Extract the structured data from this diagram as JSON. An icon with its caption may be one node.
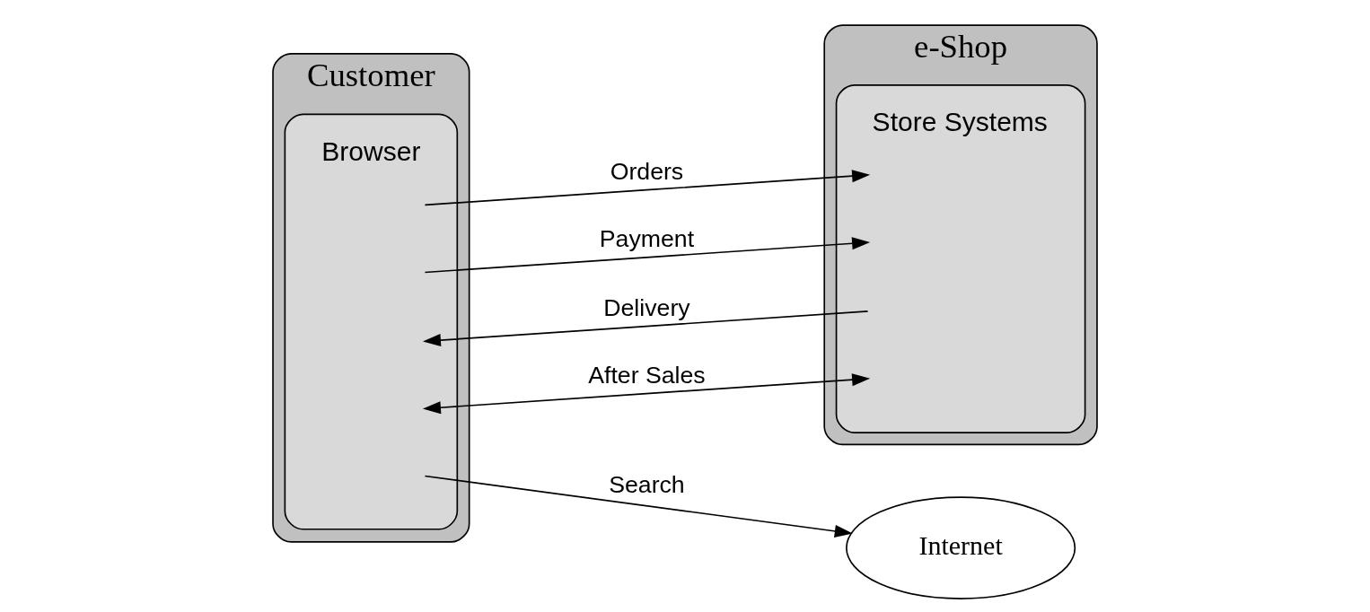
{
  "diagram": {
    "nodes": [
      {
        "text": [
          "Customer"
        ]
      },
      {
        "text": [
          "Browser"
        ],
        "in": 0
      },
      {
        "text": [
          "e-Shop"
        ]
      },
      {
        "text": [
          "Store Systems"
        ],
        "in": 2
      },
      {
        "text": [
          "Internet"
        ]
      }
    ],
    "edges": [
      {
        "from": 1,
        "to": 4,
        "arrow": "to",
        "label": "Search"
      },
      {
        "from": 1,
        "to": 3,
        "arrow": "to",
        "label": "Orders"
      },
      {
        "from": 1,
        "to": 3,
        "arrow": "to",
        "label": "Payment"
      },
      {
        "from": 3,
        "to": 1,
        "arrow": "to",
        "label": "Delivery"
      },
      {
        "from": 1,
        "to": 3,
        "arrow": "both",
        "label": "After Sales"
      }
    ]
  }
}
